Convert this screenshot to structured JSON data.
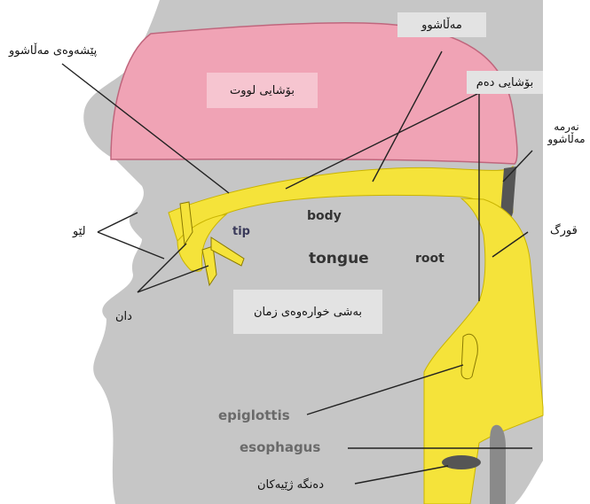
{
  "colors": {
    "head": "#c6c6c6",
    "nasal": "#f0a3b5",
    "nasal_stroke": "#c0667d",
    "tongue": "#f5e33a",
    "tongue_stroke": "#c9b400",
    "line": "#222222",
    "box": "#e3e3e3"
  },
  "kurdish_labels": {
    "alveolar_ridge": "پێشەوەی مەڵاشوو",
    "hard_palate": "مەڵاشوو",
    "nasal_cavity": "بۆشایی لووت",
    "oral_cavity": "بۆشایی دەم",
    "soft_palate_line1": "نەرمە",
    "soft_palate_line2": "مەڵاشوو",
    "lips": "لێو",
    "pharynx": "قورگ",
    "teeth": "دان",
    "lower_tongue": "بەشی خوارەوەی زمان",
    "larynx": "دەنگە ژێیەکان"
  },
  "english_labels": {
    "tip": "tip",
    "body": "body",
    "tongue": "tongue",
    "root": "root",
    "epiglottis": "epiglottis",
    "esophagus": "esophagus"
  }
}
